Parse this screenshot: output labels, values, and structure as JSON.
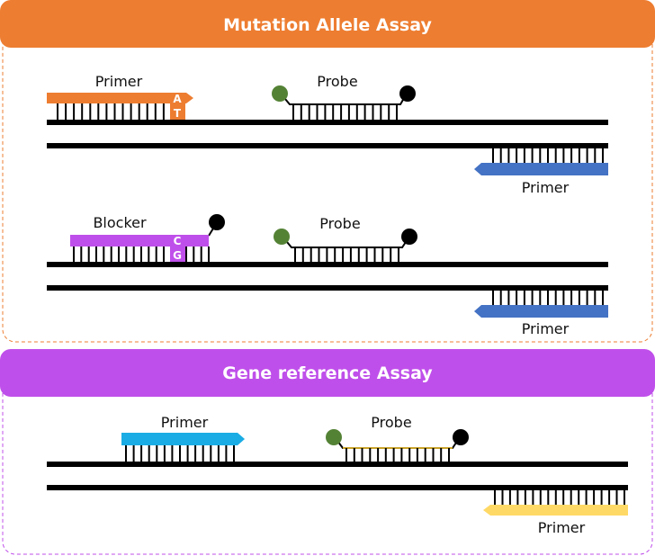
{
  "colors": {
    "mutation_panel": "#ED7D31",
    "reference_panel": "#BF4FEA",
    "forward_primer_mutation": "#ED7D31",
    "reverse_primer": "#4472C4",
    "blocker": "#BF4FEA",
    "forward_primer_reference": "#1AACE4",
    "reverse_primer_reference": "#FFD966",
    "probe_reporter": "#548235",
    "probe_quencher": "#000000",
    "probe_backbone_reference": "#C9A227",
    "dna": "#000000"
  },
  "mutation_assay": {
    "title": "Mutation Allele Assay",
    "scenario_1": {
      "primer_label": "Primer",
      "primer_base_top": "A",
      "primer_base_bottom": "T",
      "probe_label": "Probe",
      "reverse_primer_label": "Primer"
    },
    "scenario_2": {
      "blocker_label": "Blocker",
      "blocker_base_top": "C",
      "blocker_base_bottom": "G",
      "probe_label": "Probe",
      "reverse_primer_label": "Primer"
    }
  },
  "reference_assay": {
    "title": "Gene reference Assay",
    "primer_label": "Primer",
    "probe_label": "Probe",
    "reverse_primer_label": "Primer"
  }
}
